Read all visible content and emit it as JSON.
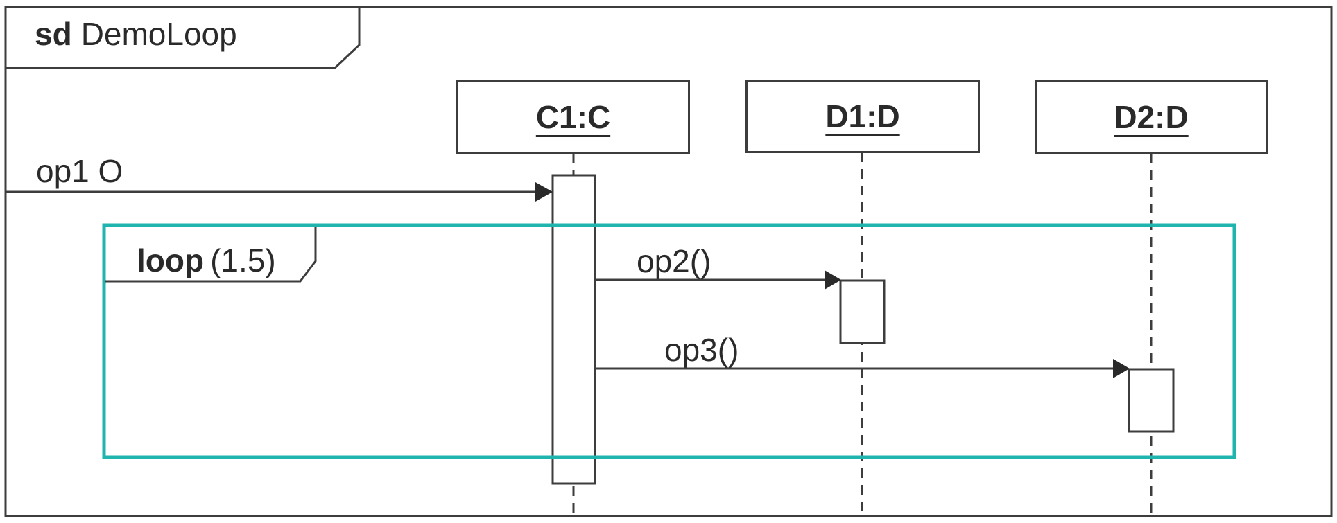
{
  "frame": {
    "keyword": "sd",
    "name": "DemoLoop"
  },
  "lifelines": [
    {
      "label": "C1:C"
    },
    {
      "label": "D1:D"
    },
    {
      "label": "D2:D"
    }
  ],
  "messages": [
    {
      "label": "op1 O",
      "from": "frame-edge",
      "to": "C1:C"
    },
    {
      "label": "op2()",
      "from": "C1:C",
      "to": "D1:D"
    },
    {
      "label": "op3()",
      "from": "C1:C",
      "to": "D2:D"
    }
  ],
  "fragment": {
    "operator": "loop",
    "guard": "(1.5)"
  },
  "colors": {
    "fragment_border": "#1fb5ae",
    "line": "#3d3d3d",
    "text": "#2a2a2a",
    "background": "#ffffff"
  }
}
